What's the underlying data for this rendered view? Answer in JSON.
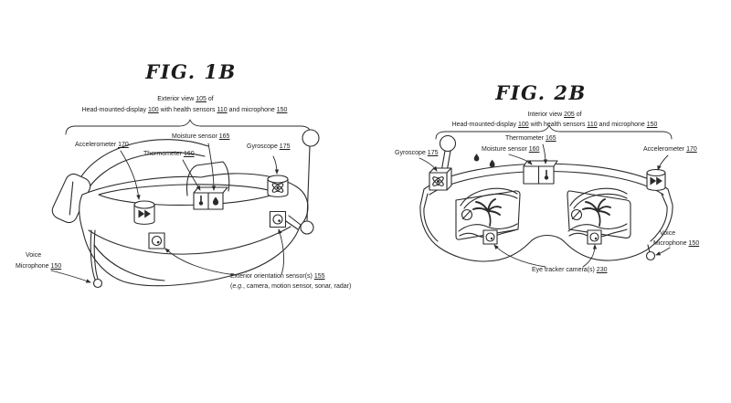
{
  "colors": {
    "background": "#ffffff",
    "line": "#2b2b2b",
    "text": "#1c1c1c"
  },
  "icons": {
    "accelerometer-icon": "double-right-triangles (fast-forward)",
    "gyroscope-icon": "atom orbits with nucleus",
    "thermometer-icon": "thermometer bulb",
    "moisture-icon": "water droplet",
    "camera-icon": "square with lens circle",
    "microphone-icon": "small ball on boom",
    "antenna-icon": "ball on pole",
    "display-scene-icon": "palm tree beach scene with sun and waves"
  },
  "figures": {
    "fig1": {
      "title": "FIG. 1B",
      "caption_line1": [
        "Exterior view ",
        "105",
        " of"
      ],
      "caption_line2": [
        "Head-mounted-display ",
        "100",
        " with health sensors ",
        "110",
        " and microphone ",
        "150"
      ],
      "labels": {
        "accelerometer": [
          "Accelerometer ",
          "170"
        ],
        "thermometer": [
          "Thermometer ",
          "160"
        ],
        "moisture_sensor": [
          "Moisture sensor ",
          "165"
        ],
        "gyroscope": [
          "Gyroscope ",
          "175"
        ],
        "voice_microphone_line1": "Voice",
        "voice_microphone_line2": [
          "Microphone ",
          "150"
        ],
        "exterior_sensors_line1": [
          "Exterior orientation sensor(s) ",
          "155"
        ],
        "exterior_sensors_line2": [
          "(",
          "e.g.",
          ", camera, motion sensor, sonar, radar)"
        ]
      }
    },
    "fig2": {
      "title": "FIG. 2B",
      "caption_line1": [
        "Interior view ",
        "205",
        " of"
      ],
      "caption_line2": [
        "Head-mounted-display ",
        "100",
        " with health sensors ",
        "110",
        " and microphone ",
        "150"
      ],
      "labels": {
        "gyroscope": [
          "Gyroscope ",
          "175"
        ],
        "moisture_sensor": [
          "Moisture sensor ",
          "160"
        ],
        "thermometer": [
          "Thermometer ",
          "165"
        ],
        "accelerometer": [
          "Accelerometer ",
          "170"
        ],
        "voice_microphone_line1": "Voice",
        "voice_microphone_line2": [
          "Microphone ",
          "150"
        ],
        "eye_tracker": [
          "Eye tracker camera(s) ",
          "230"
        ]
      }
    }
  }
}
